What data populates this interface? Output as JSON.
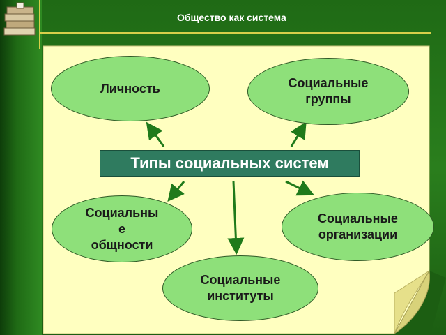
{
  "header": {
    "title": "Общество как система"
  },
  "logo": {
    "icon": "books-icon"
  },
  "diagram": {
    "center": "Типы социальных систем",
    "nodes": [
      {
        "id": "n1",
        "lines": [
          "Личность"
        ]
      },
      {
        "id": "n2",
        "lines": [
          "Социальные",
          "группы"
        ]
      },
      {
        "id": "n3",
        "lines": [
          "Социальны",
          "е",
          "общности"
        ]
      },
      {
        "id": "n4",
        "lines": [
          "Социальные",
          "институты"
        ]
      },
      {
        "id": "n5",
        "lines": [
          "Социальные",
          "организации"
        ]
      }
    ]
  },
  "colors": {
    "background_green": "#2e7d1e",
    "paper_yellow": "#ffffc0",
    "accent_line": "#d8cf4a",
    "center_box": "#2f7b5f",
    "node_fill": "#8ee07a",
    "arrow": "#1f7a1a"
  }
}
